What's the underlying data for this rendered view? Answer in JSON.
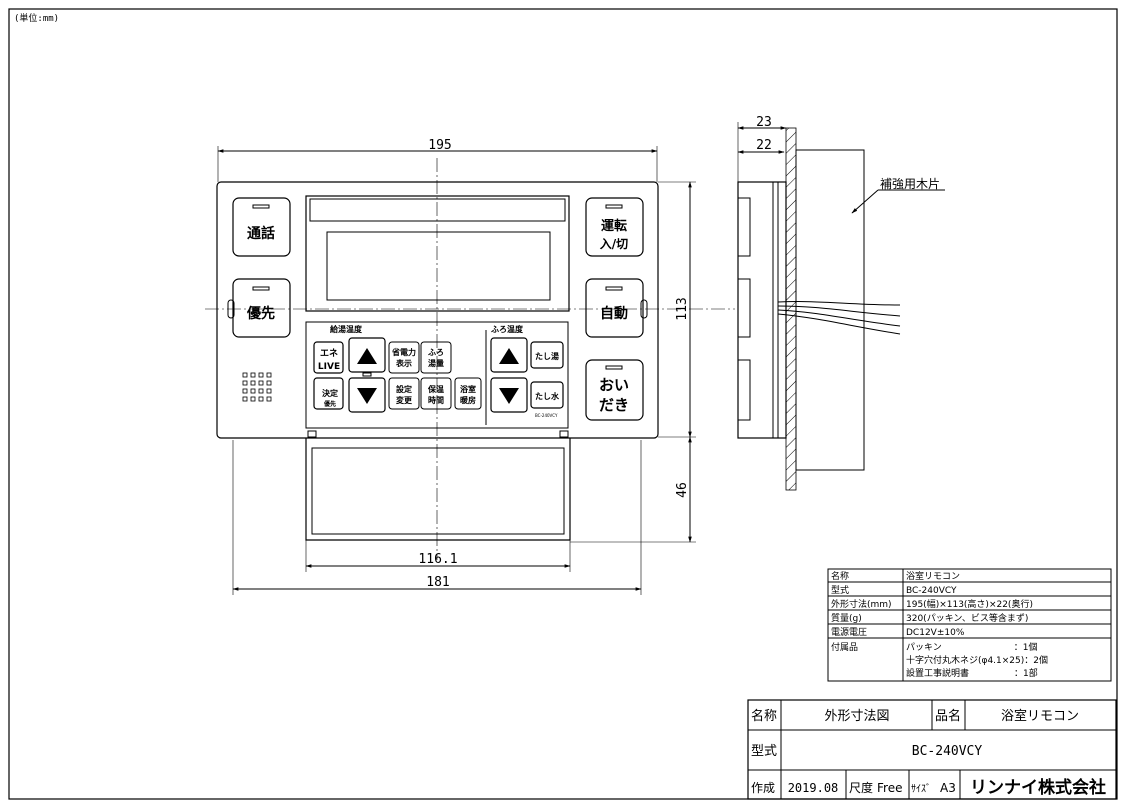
{
  "unit_label": "(単位:mm)",
  "dimensions": {
    "width": "195",
    "height": "113",
    "lower_height": "46",
    "inner_width": "116.1",
    "lower_width": "181",
    "side_depth_outer": "23",
    "side_depth_inner": "22"
  },
  "side_label": "補強用木片",
  "remote": {
    "btn_call": "通話",
    "btn_priority": "優先",
    "btn_power_line1": "運転",
    "btn_power_line2": "入/切",
    "btn_auto": "自動",
    "btn_reheat_line1": "おい",
    "btn_reheat_line2": "だき",
    "label_supply_temp": "給湯温度",
    "label_bath_temp": "ふろ温度",
    "btn_eco_line1": "エネ",
    "btn_eco_line2": "LIVE",
    "btn_decide_line1": "決定",
    "btn_decide_line2": "優先",
    "btn_power_display_line1": "省電力",
    "btn_power_display_line2": "表示",
    "btn_bath_amount_line1": "ふろ",
    "btn_bath_amount_line2": "湯量",
    "btn_setting_line1": "設定",
    "btn_setting_line2": "変更",
    "btn_keep_warm_line1": "保温",
    "btn_keep_warm_line2": "時間",
    "btn_bath_heat_line1": "浴室",
    "btn_bath_heat_line2": "暖房",
    "btn_add_hot": "たし湯",
    "btn_add_water": "たし水",
    "model_small": "BC-240VCY"
  },
  "spec_table": [
    {
      "key": "名称",
      "value": "浴室リモコン"
    },
    {
      "key": "型式",
      "value": "BC-240VCY"
    },
    {
      "key": "外形寸法(mm)",
      "value": "195(幅)×113(高さ)×22(奥行)"
    },
    {
      "key": "質量(g)",
      "value": "320(パッキン、ビス等含まず)"
    },
    {
      "key": "電源電圧",
      "value": "DC12V±10%"
    },
    {
      "key": "付属品",
      "value": "パッキン　　　　　　　　：1個"
    },
    {
      "key": "",
      "value": "十字穴付丸木ネジ(φ4.1×25)：2個"
    },
    {
      "key": "",
      "value": "設置工事説明書　　　　　：1部"
    }
  ],
  "title_block": {
    "name_label": "名称",
    "name_value": "外形寸法図",
    "product_label": "品名",
    "product_value": "浴室リモコン",
    "model_label": "型式",
    "model_value": "BC-240VCY",
    "made_label": "作成",
    "made_value": "2019.08",
    "scale_label": "尺度",
    "scale_value": "Free",
    "size_label": "ｻｲｽﾞ",
    "size_value": "A3",
    "company": "リンナイ株式会社"
  }
}
